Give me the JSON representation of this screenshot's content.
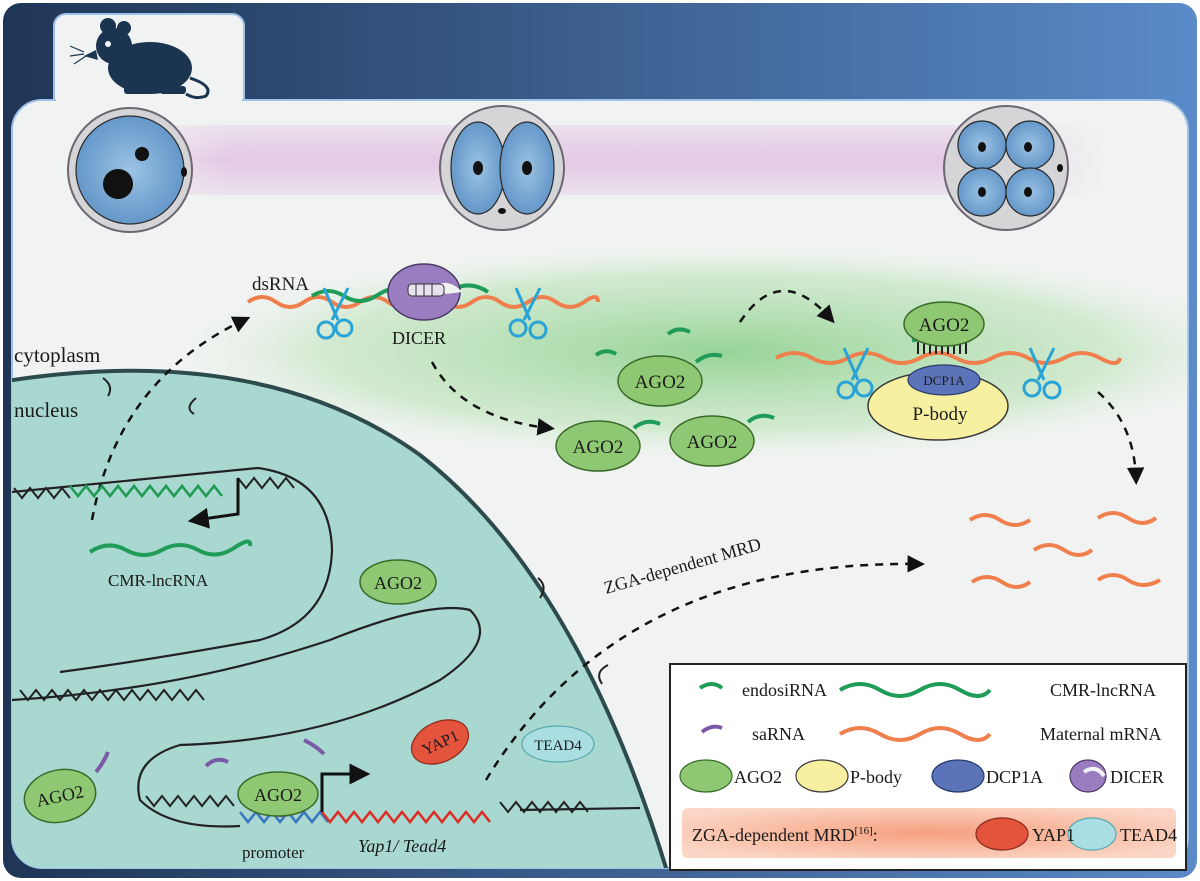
{
  "regions": {
    "cytoplasm": "cytoplasm",
    "nucleus": "nucleus"
  },
  "labels": {
    "dsrna": "dsRNA",
    "dicer": "DICER",
    "ago2": "AGO2",
    "dcp1a": "DCP1A",
    "pbody": "P-body",
    "cmr_lncrna": "CMR-lncRNA",
    "yap1": "YAP1",
    "tead4": "TEAD4",
    "promoter": "promoter",
    "gene": "Yap1/ Tead4",
    "zga_mrd": "ZGA-dependent MRD"
  },
  "legend": {
    "endosirna": "endosiRNA",
    "cmr_lncrna": "CMR-lncRNA",
    "sarna": "saRNA",
    "maternal_mrna": "Maternal mRNA",
    "ago2": "AGO2",
    "pbody": "P-body",
    "dcp1a": "DCP1A",
    "dicer": "DICER",
    "zga_title": "ZGA-dependent MRD",
    "zga_ref": "[16]",
    "zga_colon": ":",
    "yap1": "YAP1",
    "tead4": "TEAD4"
  },
  "colors": {
    "frame_dark": "#1f3556",
    "frame_light": "#5a8ac8",
    "panel_bg": "#f1f3f2",
    "nucleus": "#a9d8d0",
    "green_rna": "#1f9c57",
    "orange_rna": "#f07f4e",
    "purple_rna": "#7b5aa6",
    "ago2": "#8fc872",
    "pbody": "#f6f0a0",
    "dcp1a": "#5b73b8",
    "dicer": "#9a7cc0",
    "yap1": "#e4533c",
    "tead4": "#a9dfe3",
    "promoter_dna": "#3a78c4",
    "gene_dna": "#d8312a",
    "scissors": "#2aa3d6"
  }
}
